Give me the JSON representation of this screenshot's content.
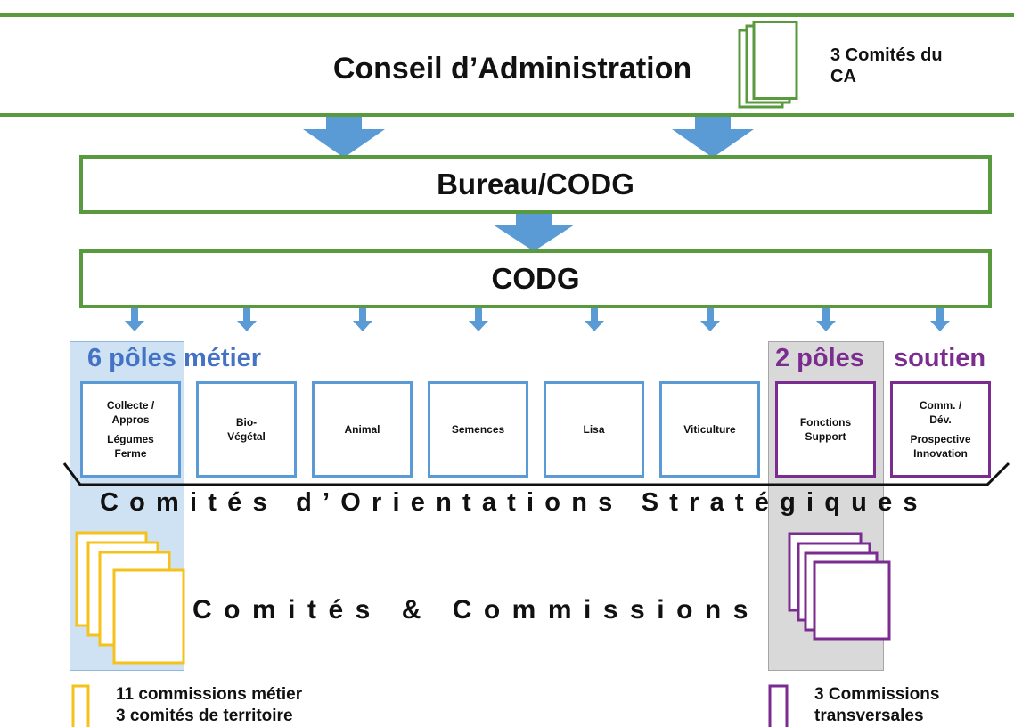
{
  "conseil": {
    "title": "Conseil d’Administration",
    "comites_ca_line1": "3 Comités du",
    "comites_ca_line2": "CA",
    "comites_icon": "stacked-documents-icon"
  },
  "bureau": {
    "title": "Bureau/CODG"
  },
  "codg": {
    "title": "CODG"
  },
  "poles_metier": {
    "heading_part1": "6 pôles",
    "heading_part2": "métier",
    "color": "#4472c4",
    "highlight_color": "#cfe2f3",
    "items": [
      {
        "lines": [
          "Collecte /",
          "Appros"
        ],
        "lines2": [
          "Légumes",
          "Ferme"
        ]
      },
      {
        "lines": [
          "Bio-",
          "Végétal"
        ]
      },
      {
        "lines": [
          "Animal"
        ]
      },
      {
        "lines": [
          "Semences"
        ]
      },
      {
        "lines": [
          "Lisa"
        ]
      },
      {
        "lines": [
          "Viticulture"
        ]
      }
    ]
  },
  "poles_soutien": {
    "heading_part1": "2 pôles",
    "heading_part2": "soutien",
    "color": "#7b2c8f",
    "highlight_color": "#d9d9d9",
    "items": [
      {
        "lines": [
          "Fonctions",
          "Support"
        ]
      },
      {
        "lines": [
          "Comm. /",
          "Dév."
        ],
        "lines2": [
          "Prospective",
          "Innovation"
        ]
      }
    ]
  },
  "cos": {
    "label": "Comités d’Orientations Stratégiques"
  },
  "commissions": {
    "label": "Comités & Commissions"
  },
  "legend_metier": {
    "line1": "11 commissions métier",
    "line2": "3 comités de territoire",
    "color": "#f5c21b"
  },
  "legend_soutien": {
    "line1": "3 Commissions",
    "line2": "transversales",
    "color": "#7b2c8f"
  },
  "colors": {
    "green_border": "#5a9a3e",
    "arrow_blue": "#5b9bd5"
  }
}
